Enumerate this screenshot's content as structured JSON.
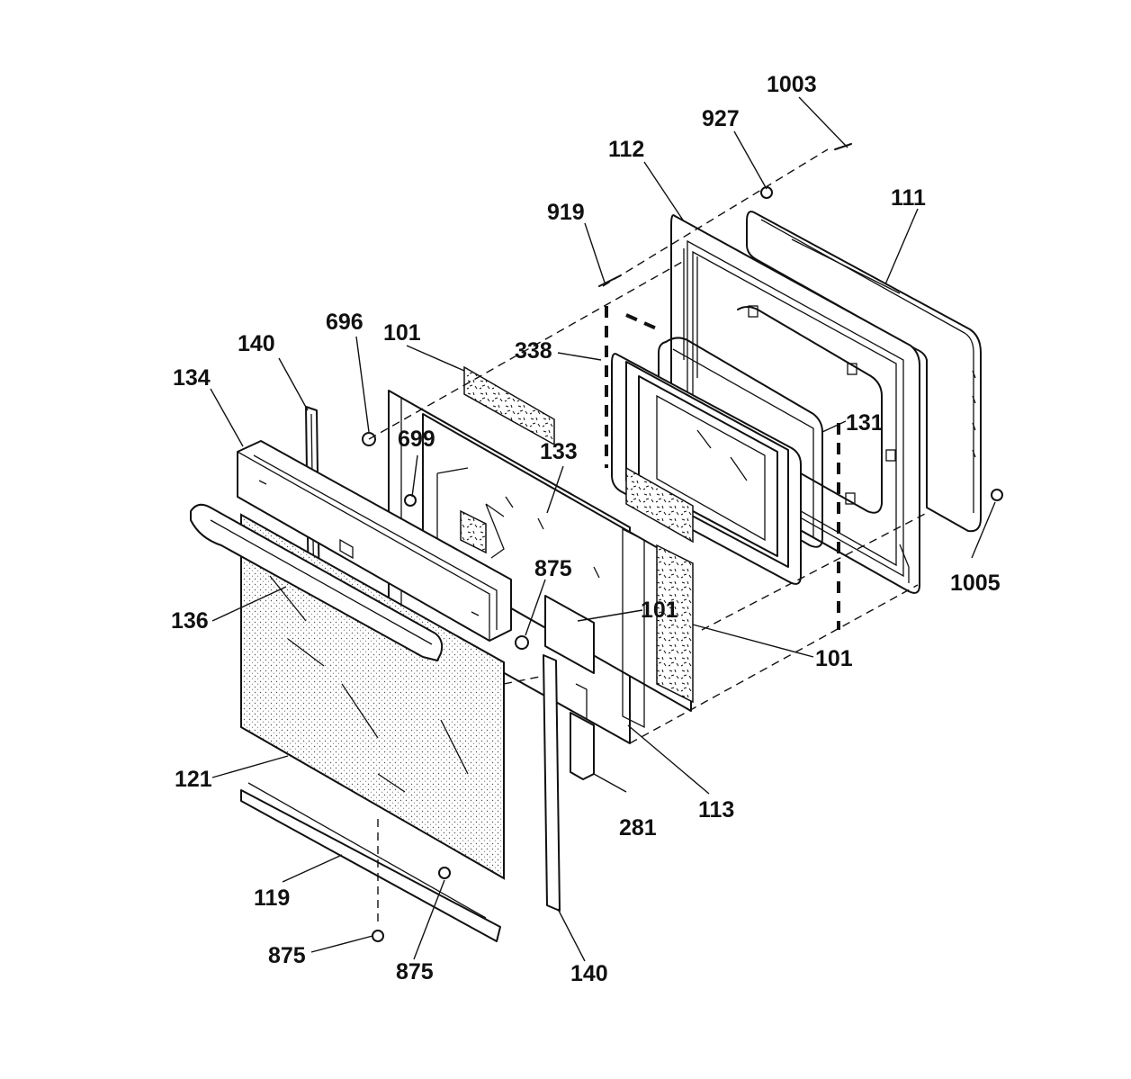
{
  "callouts": [
    {
      "id": "c1003",
      "text": "1003"
    },
    {
      "id": "c927",
      "text": "927"
    },
    {
      "id": "c112",
      "text": "112"
    },
    {
      "id": "c111",
      "text": "111"
    },
    {
      "id": "c919",
      "text": "919"
    },
    {
      "id": "c338",
      "text": "338"
    },
    {
      "id": "c696",
      "text": "696"
    },
    {
      "id": "c101a",
      "text": "101"
    },
    {
      "id": "c140a",
      "text": "140"
    },
    {
      "id": "c134",
      "text": "134"
    },
    {
      "id": "c699",
      "text": "699"
    },
    {
      "id": "c133",
      "text": "133"
    },
    {
      "id": "c131",
      "text": "131"
    },
    {
      "id": "c1005",
      "text": "1005"
    },
    {
      "id": "c875a",
      "text": "875"
    },
    {
      "id": "c101b",
      "text": "101"
    },
    {
      "id": "c101c",
      "text": "101"
    },
    {
      "id": "c136",
      "text": "136"
    },
    {
      "id": "c121",
      "text": "121"
    },
    {
      "id": "c281",
      "text": "281"
    },
    {
      "id": "c113",
      "text": "113"
    },
    {
      "id": "c119",
      "text": "119"
    },
    {
      "id": "c875b",
      "text": "875"
    },
    {
      "id": "c875c",
      "text": "875"
    },
    {
      "id": "c140b",
      "text": "140"
    }
  ]
}
